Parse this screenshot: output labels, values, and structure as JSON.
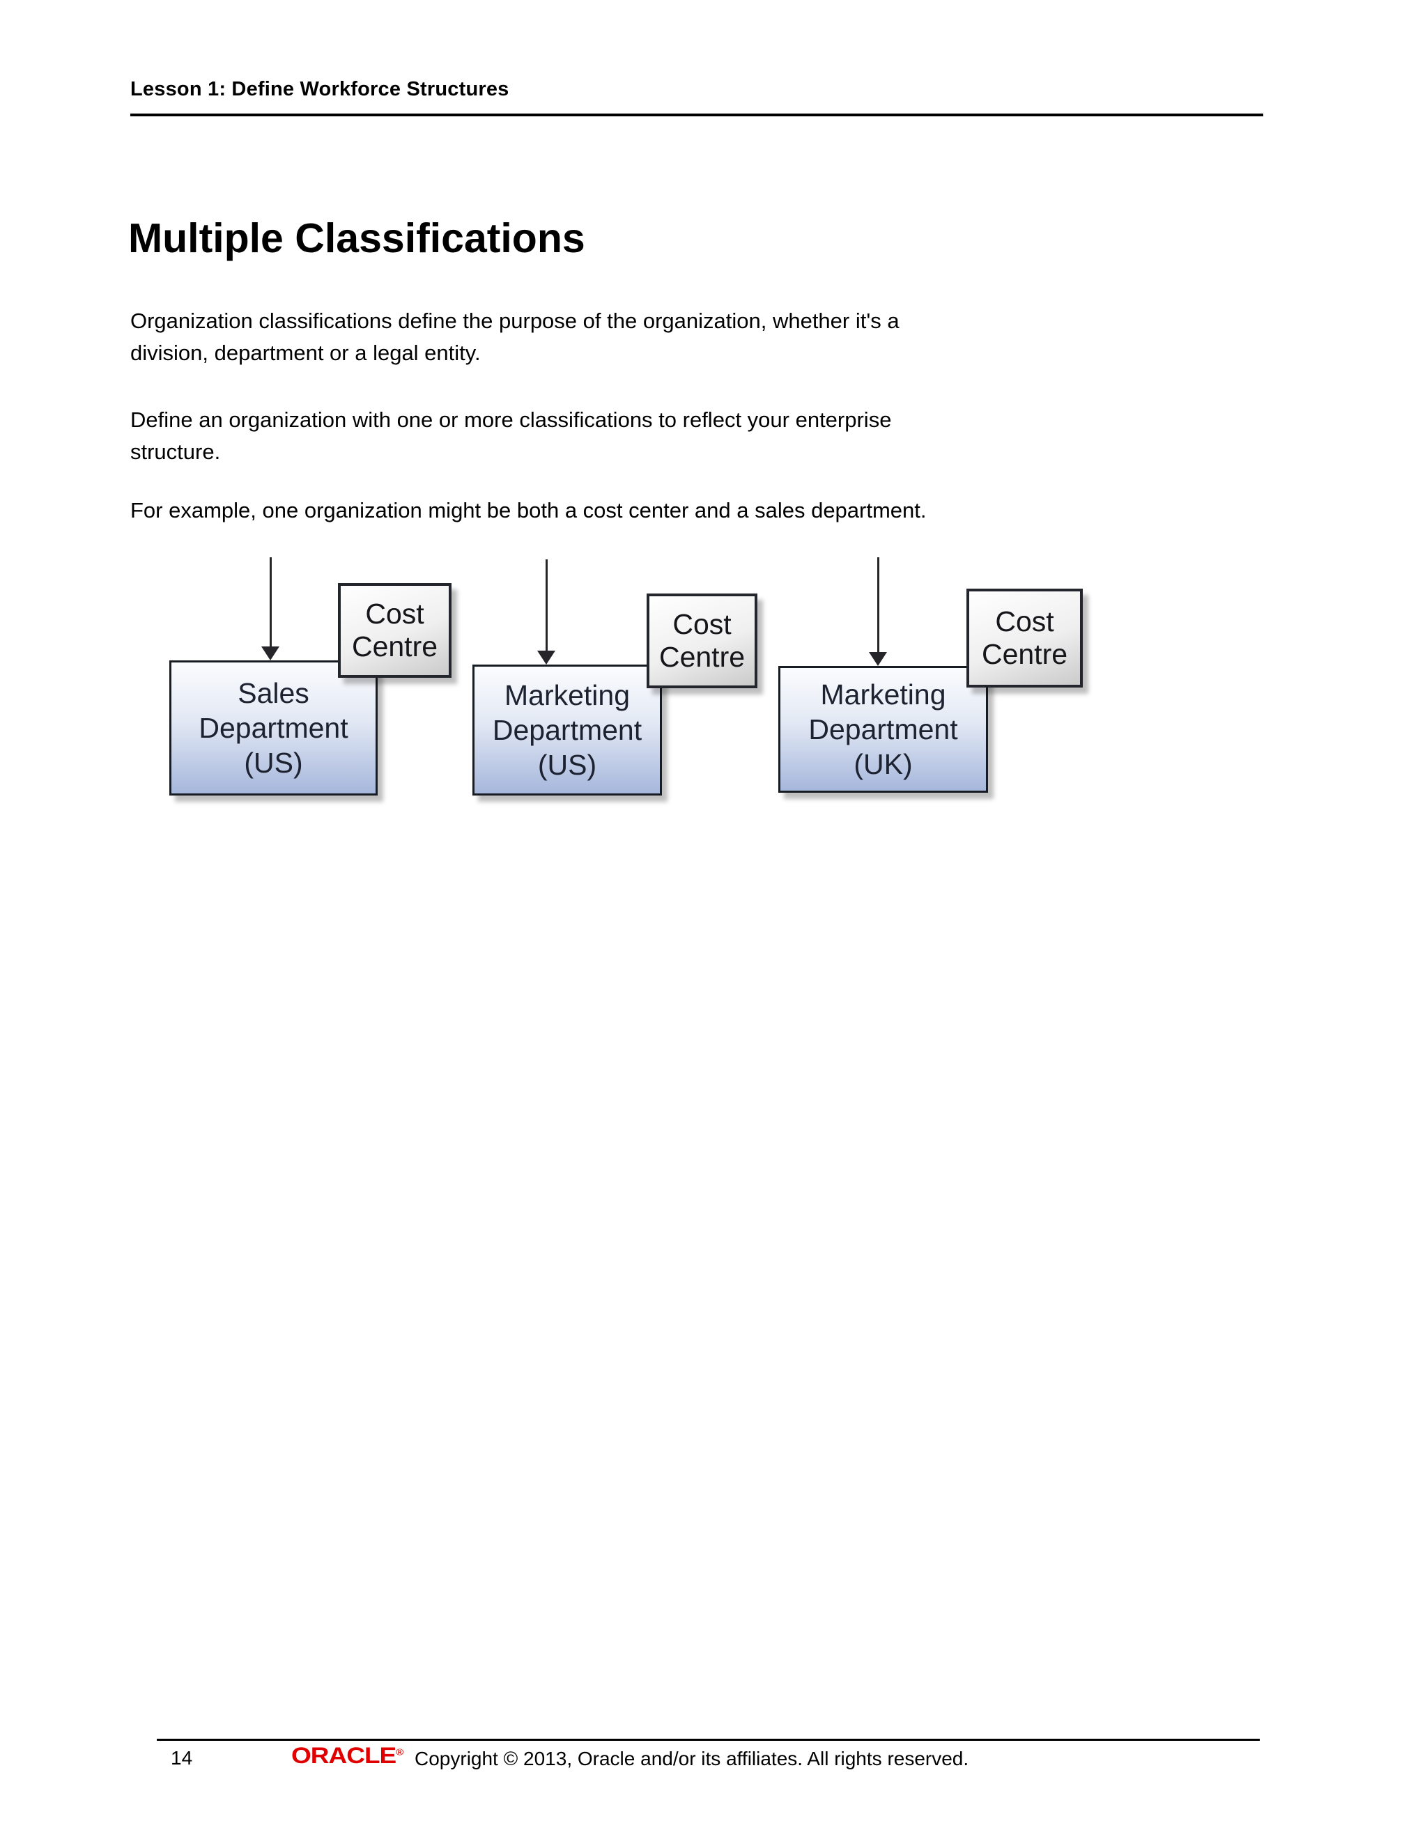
{
  "header": {
    "lesson_title": "Lesson 1: Define Workforce Structures"
  },
  "main": {
    "title": "Multiple Classifications",
    "paragraphs": [
      {
        "lines": [
          "Organization classifications define the purpose of the organization, whether it's a",
          "division, department or a legal entity."
        ]
      },
      {
        "lines": [
          "Define an organization with one or more classifications to reflect your enterprise",
          "structure."
        ]
      },
      {
        "lines": [
          "For example, one organization might be both a cost center and a sales department."
        ]
      }
    ]
  },
  "diagram": {
    "groups": [
      {
        "department": {
          "lines": [
            "Sales",
            "Department",
            "(US)"
          ]
        },
        "cost_centre": {
          "lines": [
            "Cost",
            "Centre"
          ]
        }
      },
      {
        "department": {
          "lines": [
            "Marketing",
            "Department",
            "(US)"
          ]
        },
        "cost_centre": {
          "lines": [
            "Cost",
            "Centre"
          ]
        }
      },
      {
        "department": {
          "lines": [
            "Marketing",
            "Department",
            "(UK)"
          ]
        },
        "cost_centre": {
          "lines": [
            "Cost",
            "Centre"
          ]
        }
      }
    ]
  },
  "footer": {
    "page_number": "14",
    "logo_text": "ORACLE",
    "logo_mark": "®",
    "copyright": "Copyright © 2013, Oracle and/or its affiliates. All rights reserved."
  },
  "colors": {
    "logo_red": "#e00000",
    "department_fill_top": "#fbfcfe",
    "department_fill_bottom": "#a6b7dc",
    "cost_fill_top": "#ffffff",
    "cost_fill_bottom": "#cbcbcb",
    "border_dark": "#171b22",
    "rule_black": "#000000"
  }
}
